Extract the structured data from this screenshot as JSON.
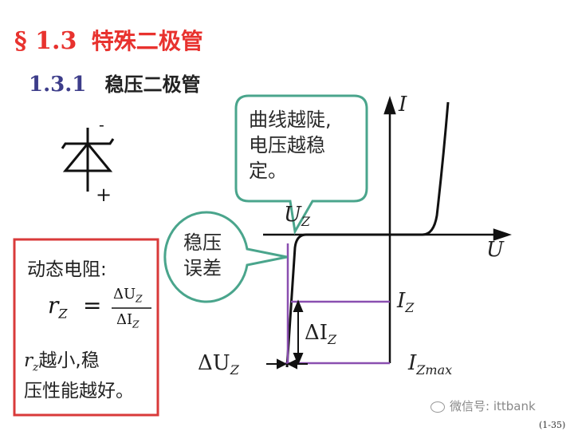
{
  "title": {
    "section": "§ 1.3",
    "text": "特殊二极管"
  },
  "subtitle": {
    "number": "1.3.1",
    "text": "稳压二极管"
  },
  "symbol": {
    "minus": "-",
    "plus": "+"
  },
  "bubble_top": {
    "lines": [
      "曲线越陡,",
      "电压越稳",
      "定。"
    ]
  },
  "bubble_left": {
    "lines": [
      "稳压",
      "误差"
    ]
  },
  "info_box": {
    "heading": "动态电阻:",
    "formula_lhs_main": "r",
    "formula_lhs_sub": "Z",
    "formula_eq": "=",
    "formula_num": "ΔU",
    "formula_num_sub": "Z",
    "formula_den": "ΔI",
    "formula_den_sub": "Z",
    "note_r": "r",
    "note_sub": "z",
    "note_line1_rest": "越小,稳",
    "note_line2": "压性能越好。"
  },
  "graph": {
    "axis_i": "I",
    "axis_u": "U",
    "uz_main": "U",
    "uz_sub": "Z",
    "iz_main": "I",
    "iz_sub": "Z",
    "delta_iz_main": "ΔI",
    "delta_iz_sub": "Z",
    "delta_uz_main": "ΔU",
    "delta_uz_sub": "Z",
    "izmax_main": "I",
    "izmax_sub": "Zmax"
  },
  "watermark": "微信号: ittbank",
  "page_number": "(1-35)",
  "colors": {
    "title": "#e8322e",
    "subtitle": "#3d3d8a",
    "bubble_border": "#4aa58c",
    "box_border": "#d93a3a",
    "purple": "#8a4fb0"
  }
}
